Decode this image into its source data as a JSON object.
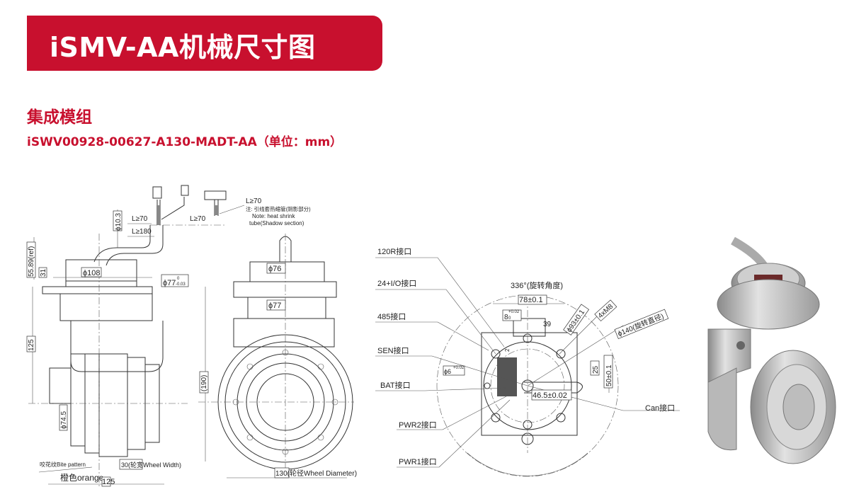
{
  "header": {
    "title": "iSMV-AA机械尺寸图"
  },
  "section": {
    "subtitle": "集成模组",
    "model": "iSWV00928-00627-A130-MADT-AA（单位：mm）"
  },
  "side_view": {
    "cable_l1": "L≥70",
    "cable_l2": "L≥70",
    "cable_l3": "L≥180",
    "cable_l4": "L≥70",
    "note_cn": "注: 引线套热缩管(阴影部分)",
    "note_en1": "Note: heat shrink",
    "note_en2": "tube(Shadow section)",
    "dim_phi10": "ϕ10.3",
    "dim_ref": "55.89(ref)",
    "dim_31": "31",
    "dim_phi108": "ϕ108",
    "dim_phi77": "ϕ77",
    "dim_phi77_tol_up": "0",
    "dim_phi77_tol_low": "-0.03",
    "dim_125v": "125",
    "dim_phi745": "ϕ74.5",
    "bite_pattern": "咬花纹Bite pattern",
    "wheel_width": "30(轮宽Wheel Width)",
    "orange": "橙色orange",
    "dim_125h": "125"
  },
  "front_view": {
    "dim_phi76": "ϕ76",
    "dim_phi77": "ϕ77",
    "dim_190": "(190)",
    "wheel_diameter": "130(轮径Wheel Diameter)"
  },
  "top_view": {
    "port_120r": "120R接口",
    "port_24io": "24+I/O接口",
    "port_485": "485接口",
    "port_sen": "SEN接口",
    "port_bat": "BAT接口",
    "port_pwr2": "PWR2接口",
    "port_pwr1": "PWR1接口",
    "port_can": "Can接口",
    "rotation_angle": "336°(旋转角度)",
    "dim_78": "78±0.1",
    "dim_8": "8",
    "dim_8_tol": "+0.02",
    "dim_8_tol_low": "0",
    "dim_39": "39",
    "dim_phi93": "ϕ93±0.1",
    "dim_4xm8": "4xM8",
    "dim_phi140": "ϕ140(旋转直径)",
    "dim_phi6": "ϕ6",
    "dim_phi6_tol": "+0.02",
    "dim_2": "2",
    "dim_25": "25",
    "dim_50": "50±0.1",
    "dim_465": "46.5±0.02"
  },
  "colors": {
    "brand_red": "#c8102e"
  }
}
